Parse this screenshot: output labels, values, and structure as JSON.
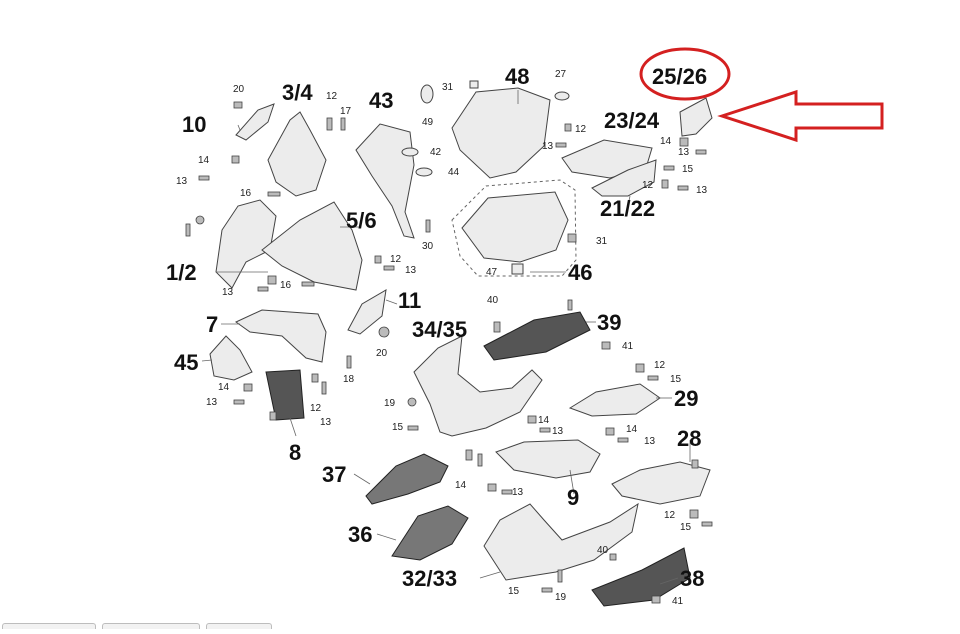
{
  "labels": {
    "l10": "10",
    "l34": "3/4",
    "l43": "43",
    "l48": "48",
    "l2526": "25/26",
    "l2324": "23/24",
    "l2122": "21/22",
    "l56": "5/6",
    "l12": "1/2",
    "l11": "11",
    "l46": "46",
    "l7": "7",
    "l3435": "34/35",
    "l39": "39",
    "l45": "45",
    "l29": "29",
    "l8": "8",
    "l28": "28",
    "l37": "37",
    "l9": "9",
    "l36": "36",
    "l3233": "32/33",
    "l38": "38"
  },
  "small": {
    "s20a": "20",
    "s12a": "12",
    "s17": "17",
    "s49": "49",
    "s31a": "31",
    "s27": "27",
    "s12b": "12",
    "s13a": "13",
    "s14a": "14",
    "s13b": "13",
    "s42": "42",
    "s44": "44",
    "s13c": "13",
    "s15a": "15",
    "s12c": "12",
    "s13d": "13",
    "s14b": "14",
    "s16a": "16",
    "s30": "30",
    "s31b": "31",
    "s12d": "12",
    "s13e": "13",
    "s47": "47",
    "s13f": "13",
    "s16b": "16",
    "s40a": "40",
    "s20b": "20",
    "s41a": "41",
    "s18": "18",
    "s12e": "12",
    "s15b": "15",
    "s14c": "14",
    "s13g": "13",
    "s12f": "12",
    "s13h": "13",
    "s19a": "19",
    "s14d": "14",
    "s15c": "15",
    "s13i": "13",
    "s14e": "14",
    "s13j": "13",
    "s14f": "14",
    "s13k": "13",
    "s12g": "12",
    "s15d": "15",
    "s40b": "40",
    "s15e": "15",
    "s19b": "19",
    "s41b": "41"
  },
  "colors": {
    "highlight": "#d42020",
    "ink": "#111111",
    "part_fill": "#ececec"
  },
  "icons": {
    "callout_circle": "red-ellipse",
    "callout_arrow": "red-outline-arrow"
  }
}
